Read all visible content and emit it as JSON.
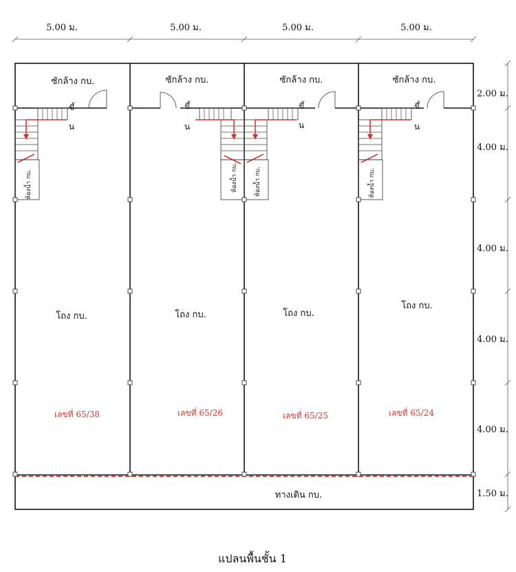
{
  "dimensions": {
    "top": [
      "5.00 ม.",
      "5.00 ม.",
      "5.00 ม.",
      "5.00 ม."
    ],
    "right": [
      "2.00 ม.",
      "4.00 ม.",
      "4.00 ม.",
      "4.00 ม.",
      "4.00 ม.",
      "1.50 ม."
    ]
  },
  "units": [
    {
      "wash": "ซักล้าง กบ.",
      "hall": "โถง กบ.",
      "number": "เลขที่ 65/38",
      "bath": "ห้องน้ำ กบ.",
      "stair_up": "ขึ้",
      "landing": "น"
    },
    {
      "wash": "ซักล้าง กบ.",
      "hall": "โถง กบ.",
      "number": "เลขที่ 65/26",
      "bath": "ห้องน้ำ กบ.",
      "stair_up": "ขึ้",
      "landing": "น"
    },
    {
      "wash": "ซักล้าง กบ.",
      "hall": "โถง กบ.",
      "number": "เลขที่ 65/25",
      "bath": "ห้องน้ำ กบ.",
      "stair_up": "ขึ้",
      "landing": "น"
    },
    {
      "wash": "ซักล้าง กบ.",
      "hall": "โถง กบ.",
      "number": "เลขที่ 65/24",
      "bath": "ห้องน้ำ กบ.",
      "stair_up": "ขึ้",
      "landing": "น"
    }
  ],
  "walkway": "ทางเดิน กบ.",
  "plan_title": "แปลนพื้นชั้น 1",
  "colors": {
    "label_red": "#d8332a",
    "line": "#111111"
  }
}
